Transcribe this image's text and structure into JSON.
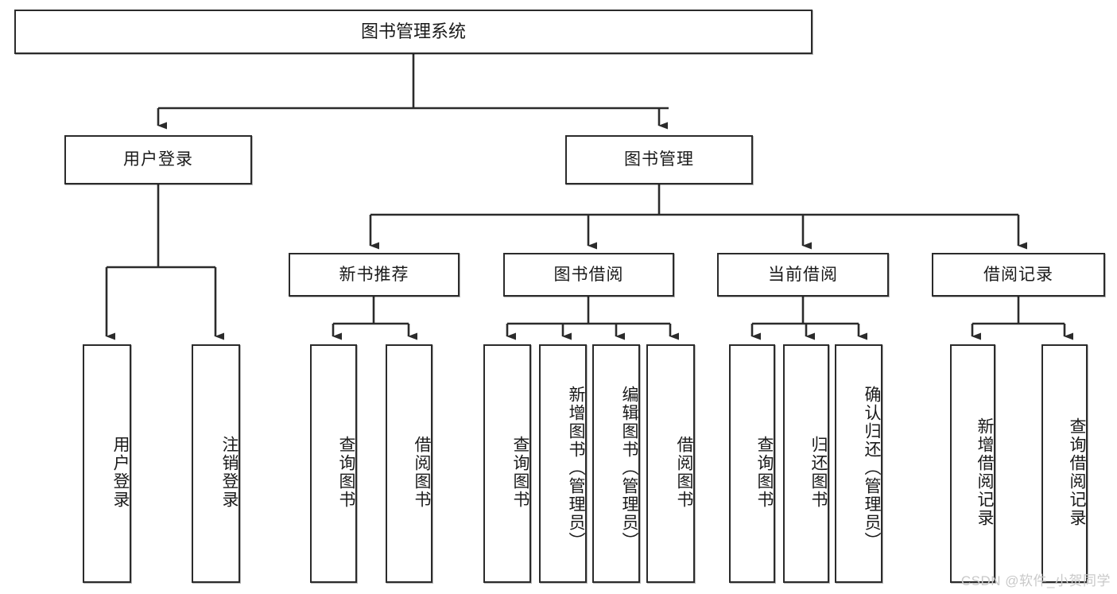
{
  "diagram": {
    "type": "tree-hierarchy",
    "title": "图书管理系统",
    "watermark": "CSDN @软件_小贺同学",
    "colors": {
      "border": "#2b2b2b",
      "background": "#ffffff",
      "text": "#1a1a1a",
      "watermark": "#c9c9c9"
    },
    "levels": [
      {
        "level": 1,
        "nodes": [
          {
            "id": "root",
            "label": "图书管理系统",
            "orientation": "horizontal"
          }
        ]
      },
      {
        "level": 2,
        "nodes": [
          {
            "id": "login",
            "label": "用户登录",
            "orientation": "horizontal",
            "parent": "root"
          },
          {
            "id": "bookmgmt",
            "label": "图书管理",
            "orientation": "horizontal",
            "parent": "root"
          }
        ]
      },
      {
        "level": 3,
        "nodes": [
          {
            "id": "newbook",
            "label": "新书推荐",
            "orientation": "horizontal",
            "parent": "bookmgmt"
          },
          {
            "id": "borrow",
            "label": "图书借阅",
            "orientation": "horizontal",
            "parent": "bookmgmt"
          },
          {
            "id": "current",
            "label": "当前借阅",
            "orientation": "horizontal",
            "parent": "bookmgmt"
          },
          {
            "id": "records",
            "label": "借阅记录",
            "orientation": "horizontal",
            "parent": "bookmgmt"
          }
        ]
      },
      {
        "level": 4,
        "nodes": [
          {
            "id": "leaf1",
            "label": "用户登录",
            "orientation": "vertical",
            "parent": "login"
          },
          {
            "id": "leaf2",
            "label": "注销登录",
            "orientation": "vertical",
            "parent": "login"
          },
          {
            "id": "leaf3",
            "label": "查询图书",
            "orientation": "vertical",
            "parent": "newbook"
          },
          {
            "id": "leaf4",
            "label": "借阅图书",
            "orientation": "vertical",
            "parent": "newbook"
          },
          {
            "id": "leaf5",
            "label": "查询图书",
            "orientation": "vertical",
            "parent": "borrow"
          },
          {
            "id": "leaf6",
            "label": "新增图书（管理员）",
            "orientation": "vertical",
            "parent": "borrow"
          },
          {
            "id": "leaf7",
            "label": "编辑图书（管理员）",
            "orientation": "vertical",
            "parent": "borrow"
          },
          {
            "id": "leaf8",
            "label": "借阅图书",
            "orientation": "vertical",
            "parent": "borrow"
          },
          {
            "id": "leaf9",
            "label": "查询图书",
            "orientation": "vertical",
            "parent": "current"
          },
          {
            "id": "leaf10",
            "label": "归还图书",
            "orientation": "vertical",
            "parent": "current"
          },
          {
            "id": "leaf11",
            "label": "确认归还（管理员）",
            "orientation": "vertical",
            "parent": "current"
          },
          {
            "id": "leaf12",
            "label": "新增借阅记录",
            "orientation": "vertical",
            "parent": "records"
          },
          {
            "id": "leaf13",
            "label": "查询借阅记录",
            "orientation": "vertical",
            "parent": "records"
          }
        ]
      }
    ]
  }
}
